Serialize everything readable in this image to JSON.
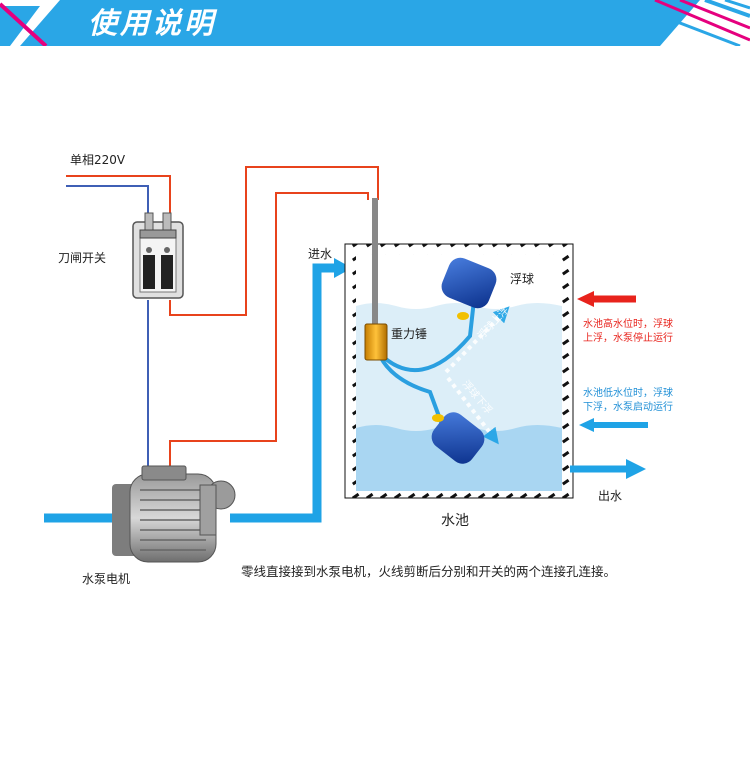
{
  "banner": {
    "title": "使用说明"
  },
  "labels": {
    "power": "单相220V",
    "switch": "刀闸开关",
    "inlet": "进水",
    "weight": "重力锤",
    "float": "浮球",
    "high_level_line1": "水池高水位时，浮球",
    "high_level_line2": "上浮，水泵停止运行",
    "low_level_line1": "水池低水位时，浮球",
    "low_level_line2": "下浮，水泵启动运行",
    "outlet": "出水",
    "tank": "水池",
    "pump": "水泵电机",
    "float_up": "浮球上浮",
    "float_down": "浮球下浮",
    "instruction": "零线直接接到水泵电机，火线剪断后分别和开关的两个连接孔连接。"
  },
  "colors": {
    "banner_blue": "#2aa6e6",
    "live_wire": "#e8431c",
    "neutral_wire": "#3f5fb5",
    "water_pipe": "#1fa3e6",
    "note_red": "#e8231c",
    "note_blue": "#1f8fd6"
  },
  "icons": [
    "knife-switch-icon",
    "pump-motor-icon",
    "float-ball-icon",
    "weight-icon"
  ]
}
